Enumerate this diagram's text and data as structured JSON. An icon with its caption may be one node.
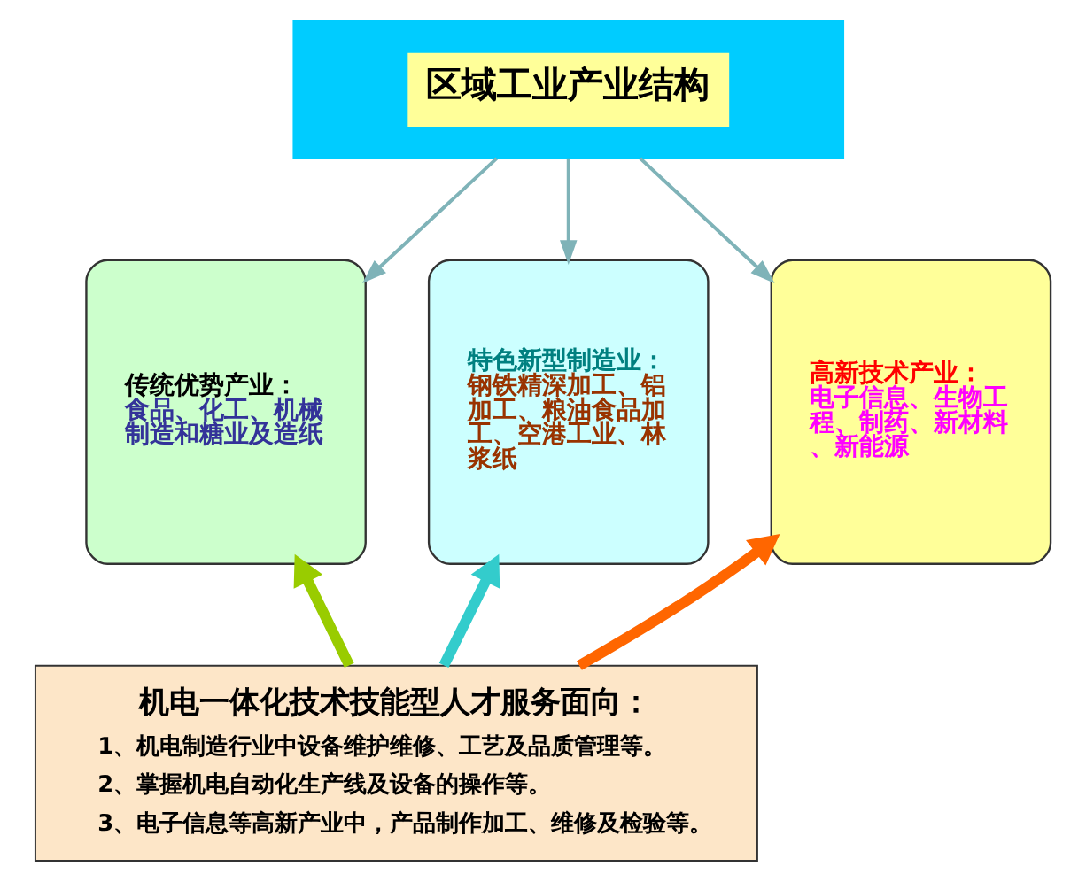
{
  "diagram": {
    "nodes": [
      {
        "text": [
          "区域工业产业结构"
        ]
      },
      {
        "text": [
          "传统优势产业：",
          "食品、化工、机械制造和糖业及造纸"
        ]
      },
      {
        "text": [
          "特色新型制造业：",
          "钢铁精深加工、铝加工、粮油食品加工、空港工业、林浆纸"
        ]
      },
      {
        "text": [
          "高新技术产业：",
          "电子信息、生物工程、制药、新材料、新能源"
        ]
      },
      {
        "text": [
          "机电一体化技术技能型人才服务面向：",
          "1、机电制造行业中设备维护维修、工艺及品质管理等。",
          "2、掌握机电自动化生产线及设备的操作等。",
          "3、电子信息等高新产业中，产品制作加工、维修及检验等。"
        ]
      }
    ],
    "edges": [
      {
        "from": 0,
        "to": 1,
        "arrow": "to",
        "color": "#7fb3b8"
      },
      {
        "from": 0,
        "to": 2,
        "arrow": "to",
        "color": "#7fb3b8"
      },
      {
        "from": 0,
        "to": 3,
        "arrow": "to",
        "color": "#7fb3b8"
      },
      {
        "from": 4,
        "to": 1,
        "arrow": "to",
        "style": "thick",
        "color": "#99cc00"
      },
      {
        "from": 4,
        "to": 2,
        "arrow": "to",
        "style": "thick",
        "color": "#33cccc"
      },
      {
        "from": 4,
        "to": 3,
        "arrow": "to",
        "style": "thick",
        "color": "#ff6600"
      }
    ]
  }
}
